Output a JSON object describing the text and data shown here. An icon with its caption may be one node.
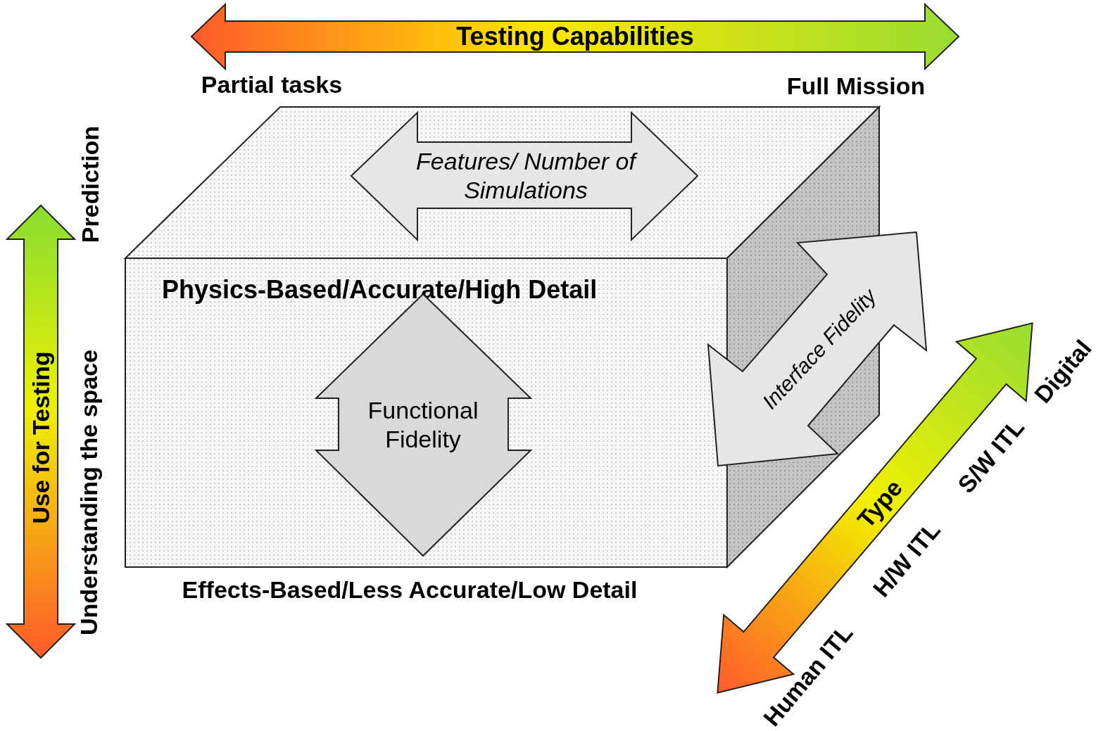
{
  "diagram": {
    "nodes": [
      {
        "text": [
          "Testing Capabilities"
        ]
      },
      {
        "text": [
          "Physics-Based/Accurate/High Detail"
        ]
      },
      {
        "text": [
          "Features/ Number of Simulations"
        ]
      },
      {
        "text": [
          "Functional Fidelity"
        ],
        "in": 1
      },
      {
        "text": [
          "Interface Fidelity"
        ]
      },
      {
        "text": [
          "Use for Testing"
        ]
      },
      {
        "text": [
          "Type"
        ]
      }
    ],
    "edges": [],
    "labels": [
      "Partial tasks",
      "Full Mission",
      "Prediction",
      "Understanding the space",
      "Effects-Based/Less Accurate/Low Detail",
      "Human ITL",
      "H/W ITL",
      "S/W ITL",
      "Digital"
    ]
  }
}
